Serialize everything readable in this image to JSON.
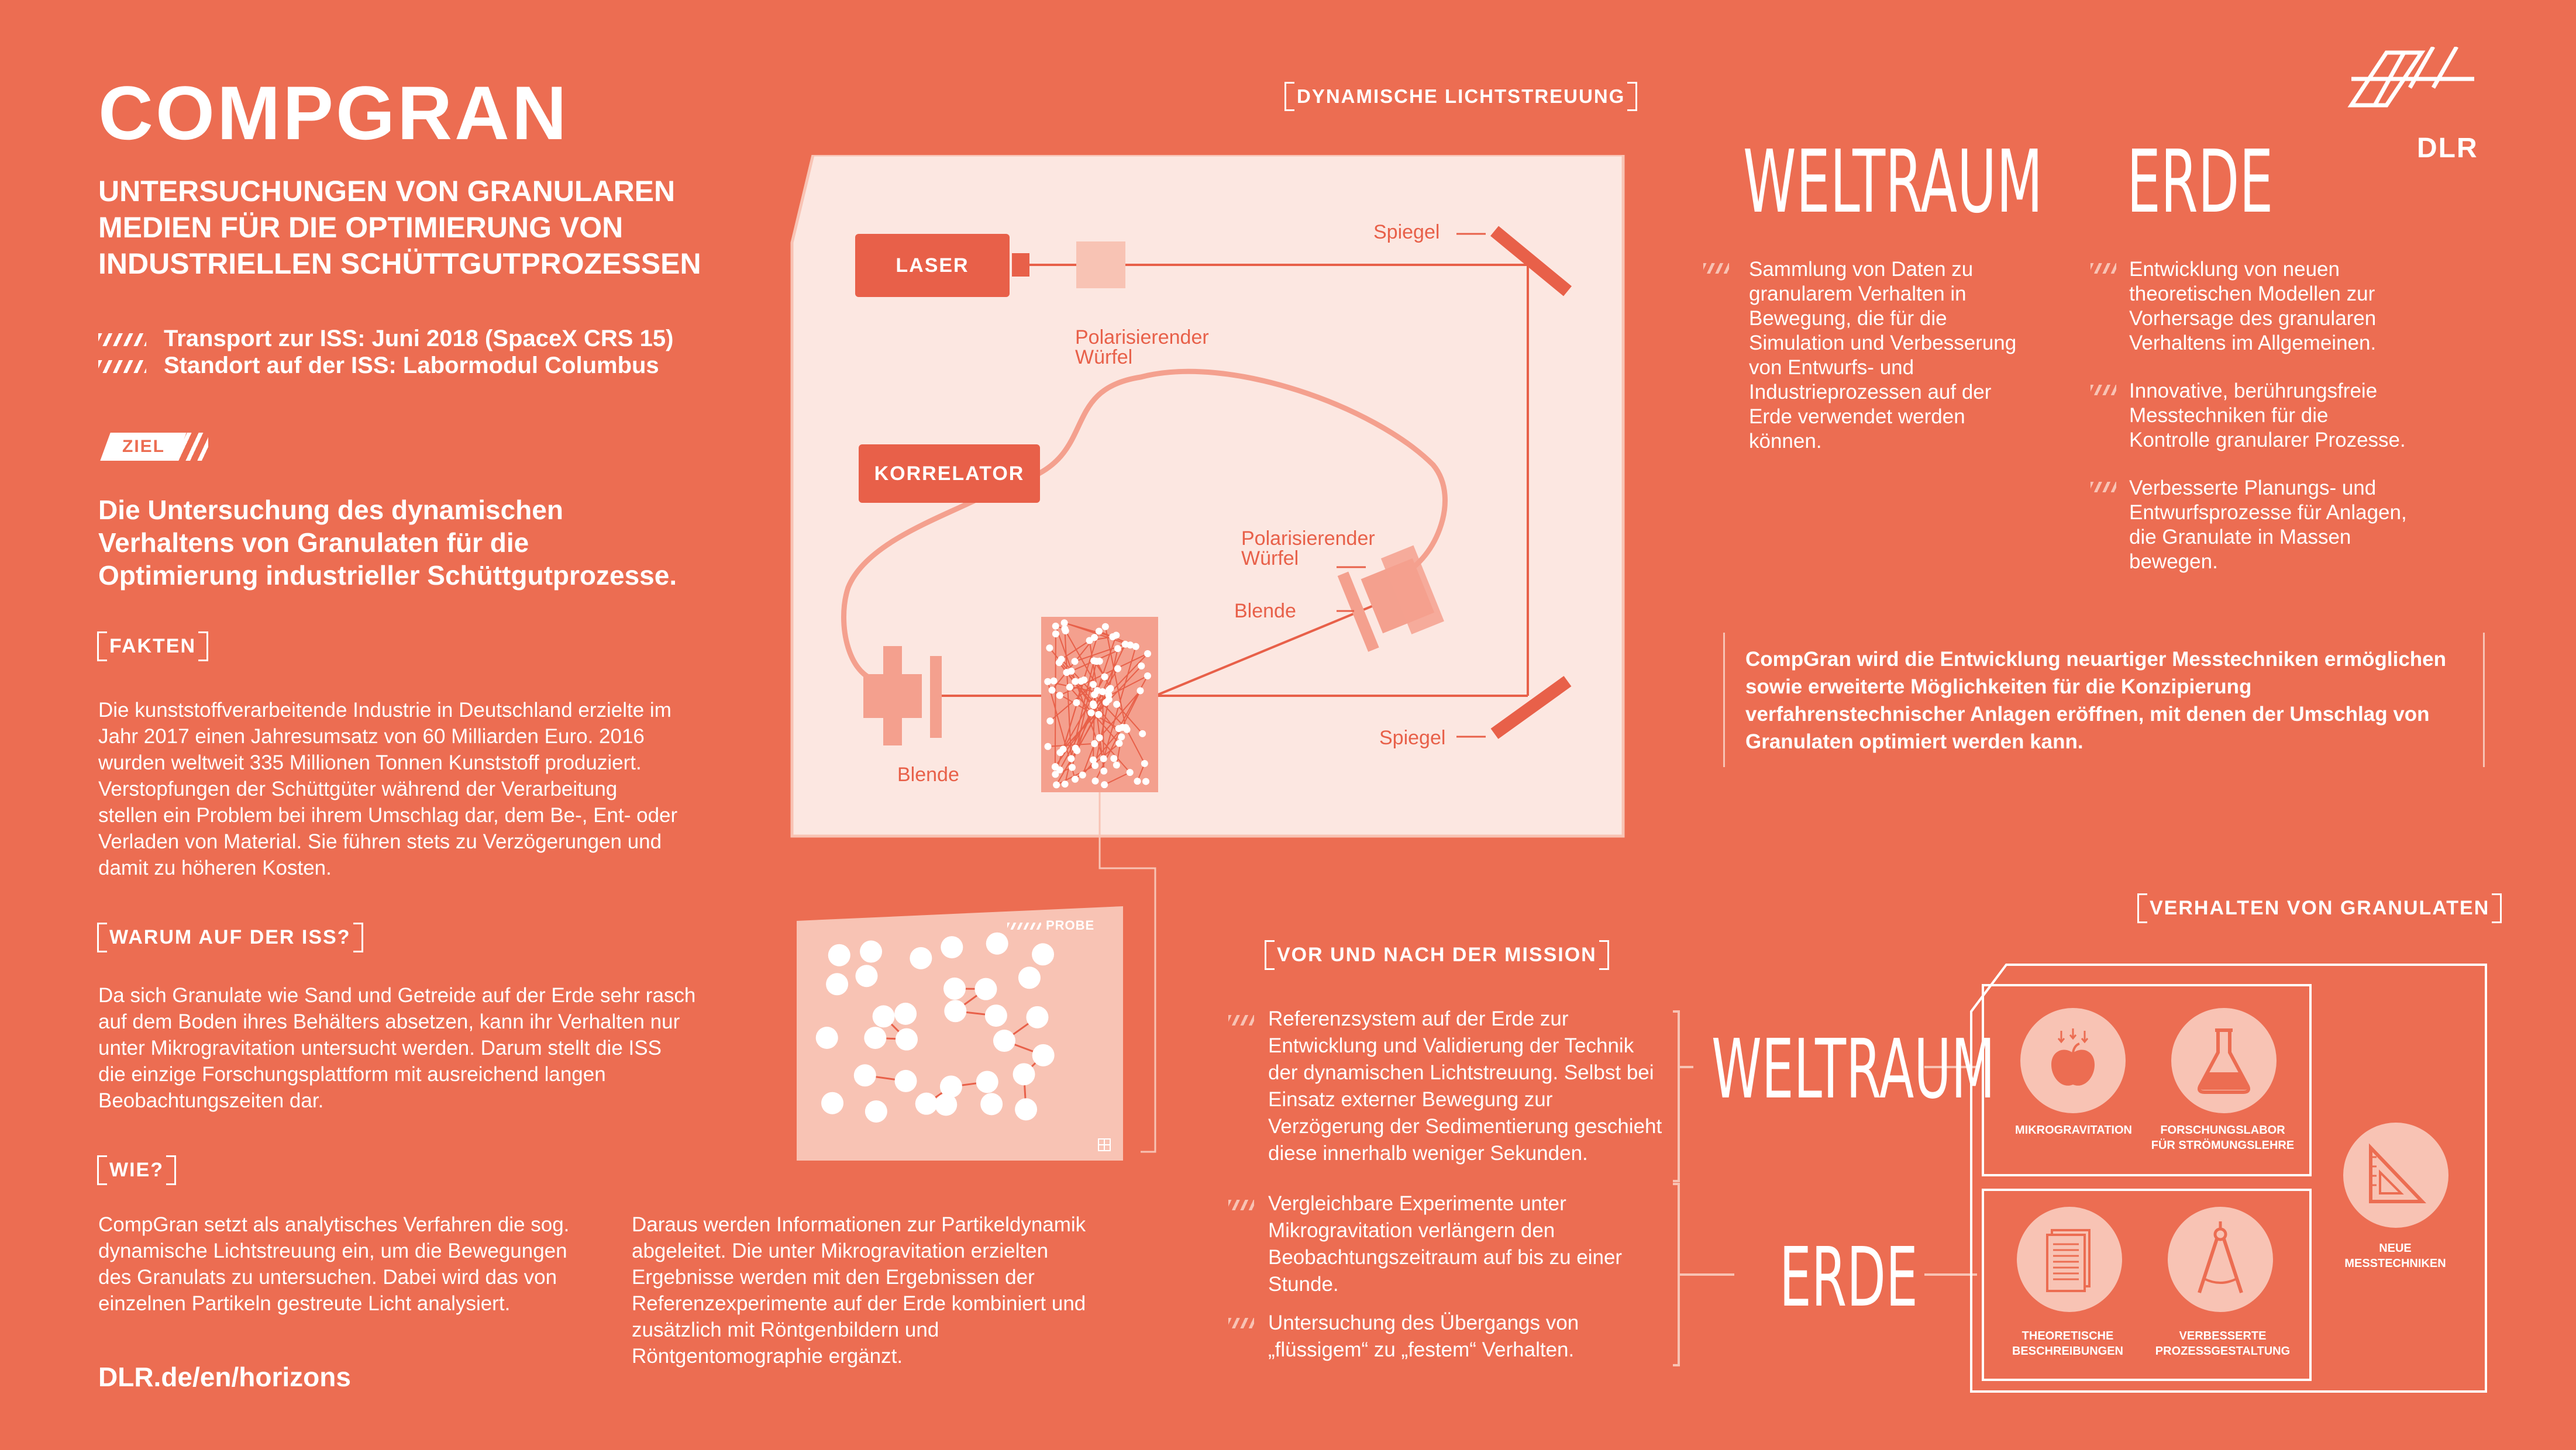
{
  "header": {
    "title": "COMPGRAN",
    "subtitle_lines": [
      "UNTERSUCHUNGEN VON GRANULAREN",
      "MEDIEN FÜR DIE OPTIMIERUNG VON",
      "INDUSTRIELLEN SCHÜTTGUTPROZESSEN"
    ],
    "transport": "Transport zur ISS: Juni 2018 (SpaceX CRS 15)",
    "location": "Standort auf der ISS: Labormodul Columbus"
  },
  "logo": {
    "text": "DLR"
  },
  "ziel": {
    "tag": "ZIEL",
    "text_lines": [
      "Die Untersuchung des dynamischen",
      "Verhaltens von Granulaten für die",
      "Optimierung industrieller Schüttgutprozesse."
    ]
  },
  "fakten": {
    "heading": "FAKTEN",
    "text_lines": [
      "Die kunststoffverarbeitende Industrie in Deutschland erzielte im",
      "Jahr 2017 einen Jahresumsatz von 60 Milliarden Euro. 2016",
      "wurden weltweit 335 Millionen Tonnen Kunststoff produziert.",
      "Verstopfungen der Schüttgüter während der Verarbeitung",
      "stellen ein Problem bei ihrem Umschlag dar, dem Be-, Ent- oder",
      "Verladen von Material.  Sie führen stets zu Verzögerungen und",
      "damit zu höheren Kosten."
    ]
  },
  "warum": {
    "heading": "WARUM AUF DER ISS?",
    "text_lines": [
      "Da sich Granulate wie Sand und Getreide auf der Erde sehr rasch",
      "auf dem Boden ihres Behälters absetzen, kann ihr Verhalten nur",
      "unter Mikrogravitation untersucht werden. Darum stellt die ISS",
      "die einzige Forschungsplattform  mit ausreichend langen",
      "Beobachtungszeiten dar."
    ]
  },
  "wie": {
    "heading": "WIE?",
    "col1_lines": [
      "CompGran setzt als analytisches Verfahren die sog.",
      "dynamische Lichtstreuung ein, um die Bewegungen",
      "des Granulats zu untersuchen. Dabei wird das von",
      "einzelnen Partikeln gestreute Licht analysiert."
    ],
    "col2_lines": [
      "Daraus werden Informationen zur Partikeldynamik",
      "abgeleitet. Die unter Mikrogravitation erzielten",
      "Ergebnisse werden mit den Ergebnissen der",
      "Referenzexperimente auf der Erde kombiniert und",
      "zusätzlich mit Röntgenbildern und",
      "Röntgentomographie ergänzt."
    ]
  },
  "footer_link": "DLR.de/en/horizons",
  "diagram": {
    "heading": "DYNAMISCHE LICHTSTREUUNG",
    "laser": "LASER",
    "korrelator": "KORRELATOR",
    "spiegel_top": "Spiegel",
    "spiegel_bottom": "Spiegel",
    "cube_top": [
      "Polarisierender",
      "Würfel"
    ],
    "cube_right": [
      "Polarisierender",
      "Würfel"
    ],
    "blende_right": "Blende",
    "blende_left": "Blende",
    "probe": "PROBE"
  },
  "weltraum_erde_top": {
    "weltraum_heading": "WELTRAUM",
    "erde_heading": "ERDE",
    "weltraum_items": [
      [
        "Sammlung von Daten zu",
        "granularem Verhalten in",
        "Bewegung, die für die",
        "Simulation und Verbesserung",
        "von Entwurfs- und",
        "Industrieprozessen auf der",
        "Erde verwendet werden",
        "können."
      ]
    ],
    "erde_items": [
      [
        "Entwicklung von neuen",
        "theoretischen Modellen zur",
        "Vorhersage des granularen",
        "Verhaltens im Allgemeinen."
      ],
      [
        "Innovative, berührungsfreie",
        "Messtechniken für die",
        "Kontrolle granularer Prozesse."
      ],
      [
        "Verbesserte Planungs- und",
        "Entwurfsprozesse für Anlagen,",
        "die Granulate in Massen",
        "bewegen."
      ]
    ]
  },
  "summary": {
    "lines": [
      "CompGran wird die Entwicklung neuartiger Messtechniken ermöglichen",
      "sowie erweiterte Möglichkeiten für die Konzipierung",
      "verfahrenstechnischer Anlagen eröffnen, mit denen der Umschlag von",
      "Granulaten optimiert werden kann."
    ]
  },
  "mission": {
    "heading": "VOR UND NACH DER MISSION",
    "items": [
      [
        "Referenzsystem auf der Erde zur",
        "Entwicklung und Validierung der Technik",
        "der dynamischen Lichtstreuung. Selbst bei",
        "Einsatz externer Bewegung zur",
        "Verzögerung der Sedimentierung geschieht",
        "diese innerhalb weniger Sekunden."
      ],
      [
        "Vergleichbare Experimente unter",
        "Mikrogravitation verlängern den",
        "Beobachtungszeitraum auf bis zu einer",
        "Stunde."
      ],
      [
        "Untersuchung des Übergangs von",
        "„flüssigem“ zu „festem“ Verhalten."
      ]
    ],
    "weltraum": "WELTRAUM",
    "erde": "ERDE"
  },
  "verhalten": {
    "heading": "VERHALTEN VON GRANULATEN",
    "icons": [
      {
        "name": "apple-icon",
        "label": [
          "MIKROGRAVITATION"
        ]
      },
      {
        "name": "flask-icon",
        "label": [
          "FORSCHUNGSLABOR",
          "FÜR STRÖMUNGSLEHRE"
        ]
      },
      {
        "name": "documents-icon",
        "label": [
          "THEORETISCHE",
          "BESCHREIBUNGEN"
        ]
      },
      {
        "name": "compass-icon",
        "label": [
          "VERBESSERTE",
          "PROZESSGESTALTUNG"
        ]
      },
      {
        "name": "triangle-ruler-icon",
        "label": [
          "NEUE",
          "MESSTECHNIKEN"
        ]
      }
    ]
  },
  "colors": {
    "background": "#EC6D52",
    "accent_dark": "#E86049",
    "light_panel": "#FCE7E1",
    "light_pink": "#F8C3B4"
  }
}
